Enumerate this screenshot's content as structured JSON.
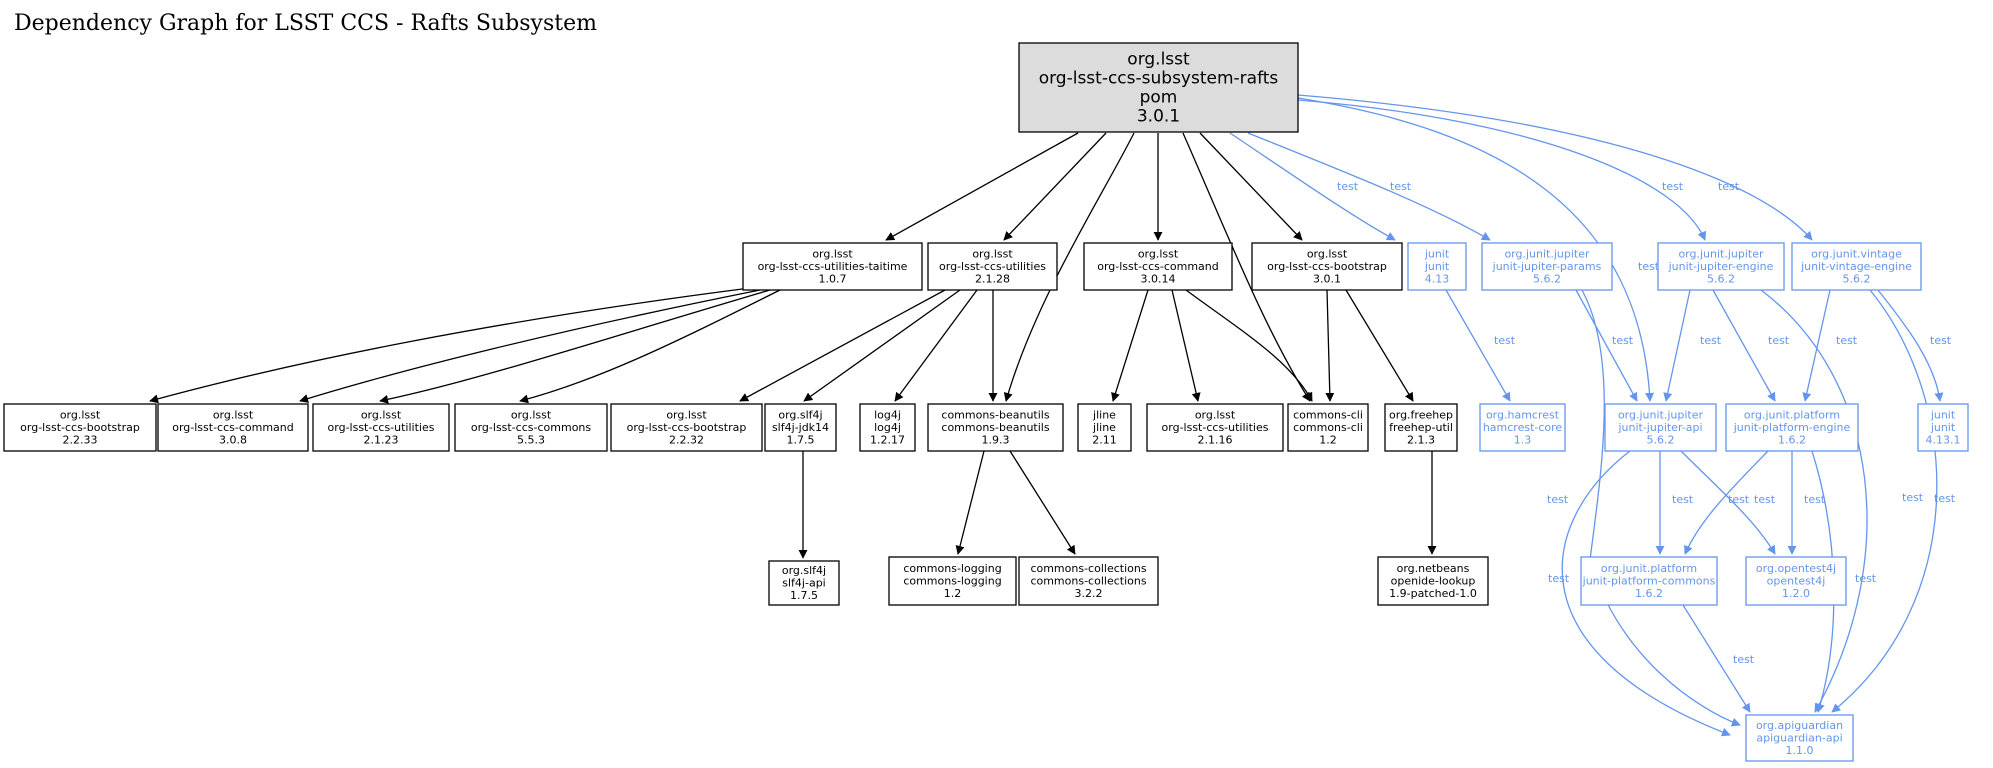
{
  "title": "Dependency Graph for LSST CCS - Rafts Subsystem",
  "colors": {
    "compile": "#000000",
    "test": "#6495ed",
    "root_fill": "#dcdcdc",
    "node_fill": "#ffffff"
  },
  "nodes": [
    {
      "id": "root",
      "lines": [
        "org.lsst",
        "org-lsst-ccs-subsystem-rafts",
        "pom",
        "3.0.1"
      ],
      "kind": "root"
    },
    {
      "id": "taitime",
      "lines": [
        "org.lsst",
        "org-lsst-ccs-utilities-taitime",
        "1.0.7"
      ],
      "kind": "compile"
    },
    {
      "id": "util2128",
      "lines": [
        "org.lsst",
        "org-lsst-ccs-utilities",
        "2.1.28"
      ],
      "kind": "compile"
    },
    {
      "id": "cmd3014",
      "lines": [
        "org.lsst",
        "org-lsst-ccs-command",
        "3.0.14"
      ],
      "kind": "compile"
    },
    {
      "id": "boot301",
      "lines": [
        "org.lsst",
        "org-lsst-ccs-bootstrap",
        "3.0.1"
      ],
      "kind": "compile"
    },
    {
      "id": "junit413",
      "lines": [
        "junit",
        "junit",
        "4.13"
      ],
      "kind": "test"
    },
    {
      "id": "jparams",
      "lines": [
        "org.junit.jupiter",
        "junit-jupiter-params",
        "5.6.2"
      ],
      "kind": "test"
    },
    {
      "id": "jengine",
      "lines": [
        "org.junit.jupiter",
        "junit-jupiter-engine",
        "5.6.2"
      ],
      "kind": "test"
    },
    {
      "id": "vengine",
      "lines": [
        "org.junit.vintage",
        "junit-vintage-engine",
        "5.6.2"
      ],
      "kind": "test"
    },
    {
      "id": "boot2233",
      "lines": [
        "org.lsst",
        "org-lsst-ccs-bootstrap",
        "2.2.33"
      ],
      "kind": "compile"
    },
    {
      "id": "cmd308",
      "lines": [
        "org.lsst",
        "org-lsst-ccs-command",
        "3.0.8"
      ],
      "kind": "compile"
    },
    {
      "id": "util2123",
      "lines": [
        "org.lsst",
        "org-lsst-ccs-utilities",
        "2.1.23"
      ],
      "kind": "compile"
    },
    {
      "id": "commons553",
      "lines": [
        "org.lsst",
        "org-lsst-ccs-commons",
        "5.5.3"
      ],
      "kind": "compile"
    },
    {
      "id": "boot2232",
      "lines": [
        "org.lsst",
        "org-lsst-ccs-bootstrap",
        "2.2.32"
      ],
      "kind": "compile"
    },
    {
      "id": "slf4jjdk",
      "lines": [
        "org.slf4j",
        "slf4j-jdk14",
        "1.7.5"
      ],
      "kind": "compile"
    },
    {
      "id": "log4j",
      "lines": [
        "log4j",
        "log4j",
        "1.2.17"
      ],
      "kind": "compile"
    },
    {
      "id": "beanutils",
      "lines": [
        "commons-beanutils",
        "commons-beanutils",
        "1.9.3"
      ],
      "kind": "compile"
    },
    {
      "id": "jline",
      "lines": [
        "jline",
        "jline",
        "2.11"
      ],
      "kind": "compile"
    },
    {
      "id": "util2116",
      "lines": [
        "org.lsst",
        "org-lsst-ccs-utilities",
        "2.1.16"
      ],
      "kind": "compile"
    },
    {
      "id": "cli",
      "lines": [
        "commons-cli",
        "commons-cli",
        "1.2"
      ],
      "kind": "compile"
    },
    {
      "id": "freehep",
      "lines": [
        "org.freehep",
        "freehep-util",
        "2.1.3"
      ],
      "kind": "compile"
    },
    {
      "id": "hamcrest",
      "lines": [
        "org.hamcrest",
        "hamcrest-core",
        "1.3"
      ],
      "kind": "test"
    },
    {
      "id": "japi",
      "lines": [
        "org.junit.jupiter",
        "junit-jupiter-api",
        "5.6.2"
      ],
      "kind": "test"
    },
    {
      "id": "pengine",
      "lines": [
        "org.junit.platform",
        "junit-platform-engine",
        "1.6.2"
      ],
      "kind": "test"
    },
    {
      "id": "junit4131",
      "lines": [
        "junit",
        "junit",
        "4.13.1"
      ],
      "kind": "test"
    },
    {
      "id": "slf4japi",
      "lines": [
        "org.slf4j",
        "slf4j-api",
        "1.7.5"
      ],
      "kind": "compile"
    },
    {
      "id": "logging",
      "lines": [
        "commons-logging",
        "commons-logging",
        "1.2"
      ],
      "kind": "compile"
    },
    {
      "id": "collections",
      "lines": [
        "commons-collections",
        "commons-collections",
        "3.2.2"
      ],
      "kind": "compile"
    },
    {
      "id": "openide",
      "lines": [
        "org.netbeans",
        "openide-lookup",
        "1.9-patched-1.0"
      ],
      "kind": "compile"
    },
    {
      "id": "pcommons",
      "lines": [
        "org.junit.platform",
        "junit-platform-commons",
        "1.6.2"
      ],
      "kind": "test"
    },
    {
      "id": "opentest",
      "lines": [
        "org.opentest4j",
        "opentest4j",
        "1.2.0"
      ],
      "kind": "test"
    },
    {
      "id": "apiguardian",
      "lines": [
        "org.apiguardian",
        "apiguardian-api",
        "1.1.0"
      ],
      "kind": "test"
    }
  ],
  "edges": [
    {
      "from": "root",
      "to": "taitime",
      "kind": "compile",
      "label": ""
    },
    {
      "from": "root",
      "to": "util2128",
      "kind": "compile",
      "label": ""
    },
    {
      "from": "root",
      "to": "beanutils",
      "kind": "compile",
      "label": ""
    },
    {
      "from": "root",
      "to": "cmd3014",
      "kind": "compile",
      "label": ""
    },
    {
      "from": "root",
      "to": "cli",
      "kind": "compile",
      "label": ""
    },
    {
      "from": "root",
      "to": "boot301",
      "kind": "compile",
      "label": ""
    },
    {
      "from": "root",
      "to": "junit413",
      "kind": "test",
      "label": "test"
    },
    {
      "from": "root",
      "to": "jparams",
      "kind": "test",
      "label": "test"
    },
    {
      "from": "root",
      "to": "japi",
      "kind": "test",
      "label": "test"
    },
    {
      "from": "root",
      "to": "jengine",
      "kind": "test",
      "label": "test"
    },
    {
      "from": "root",
      "to": "vengine",
      "kind": "test",
      "label": "test"
    },
    {
      "from": "taitime",
      "to": "boot2233",
      "kind": "compile",
      "label": ""
    },
    {
      "from": "taitime",
      "to": "cmd308",
      "kind": "compile",
      "label": ""
    },
    {
      "from": "taitime",
      "to": "util2123",
      "kind": "compile",
      "label": ""
    },
    {
      "from": "taitime",
      "to": "commons553",
      "kind": "compile",
      "label": ""
    },
    {
      "from": "util2128",
      "to": "boot2232",
      "kind": "compile",
      "label": ""
    },
    {
      "from": "util2128",
      "to": "slf4jjdk",
      "kind": "compile",
      "label": ""
    },
    {
      "from": "util2128",
      "to": "log4j",
      "kind": "compile",
      "label": ""
    },
    {
      "from": "util2128",
      "to": "beanutils",
      "kind": "compile",
      "label": ""
    },
    {
      "from": "cmd3014",
      "to": "jline",
      "kind": "compile",
      "label": ""
    },
    {
      "from": "cmd3014",
      "to": "util2116",
      "kind": "compile",
      "label": ""
    },
    {
      "from": "cmd3014",
      "to": "cli",
      "kind": "compile",
      "label": ""
    },
    {
      "from": "boot301",
      "to": "cli",
      "kind": "compile",
      "label": ""
    },
    {
      "from": "boot301",
      "to": "freehep",
      "kind": "compile",
      "label": ""
    },
    {
      "from": "slf4jjdk",
      "to": "slf4japi",
      "kind": "compile",
      "label": ""
    },
    {
      "from": "beanutils",
      "to": "logging",
      "kind": "compile",
      "label": ""
    },
    {
      "from": "beanutils",
      "to": "collections",
      "kind": "compile",
      "label": ""
    },
    {
      "from": "freehep",
      "to": "openide",
      "kind": "compile",
      "label": ""
    },
    {
      "from": "junit413",
      "to": "hamcrest",
      "kind": "test",
      "label": "test"
    },
    {
      "from": "jparams",
      "to": "japi",
      "kind": "test",
      "label": "test"
    },
    {
      "from": "jparams",
      "to": "apiguardian",
      "kind": "test",
      "label": "test"
    },
    {
      "from": "jengine",
      "to": "japi",
      "kind": "test",
      "label": "test"
    },
    {
      "from": "jengine",
      "to": "pengine",
      "kind": "test",
      "label": "test"
    },
    {
      "from": "jengine",
      "to": "apiguardian",
      "kind": "test",
      "label": "test"
    },
    {
      "from": "vengine",
      "to": "pengine",
      "kind": "test",
      "label": "test"
    },
    {
      "from": "vengine",
      "to": "junit4131",
      "kind": "test",
      "label": "test"
    },
    {
      "from": "vengine",
      "to": "apiguardian",
      "kind": "test",
      "label": "test"
    },
    {
      "from": "japi",
      "to": "pcommons",
      "kind": "test",
      "label": "test"
    },
    {
      "from": "japi",
      "to": "opentest",
      "kind": "test",
      "label": "test"
    },
    {
      "from": "japi",
      "to": "apiguardian",
      "kind": "test",
      "label": "test"
    },
    {
      "from": "pengine",
      "to": "pcommons",
      "kind": "test",
      "label": "test"
    },
    {
      "from": "pengine",
      "to": "opentest",
      "kind": "test",
      "label": "test"
    },
    {
      "from": "pengine",
      "to": "apiguardian",
      "kind": "test",
      "label": "test"
    },
    {
      "from": "pcommons",
      "to": "apiguardian",
      "kind": "test",
      "label": "test"
    }
  ]
}
